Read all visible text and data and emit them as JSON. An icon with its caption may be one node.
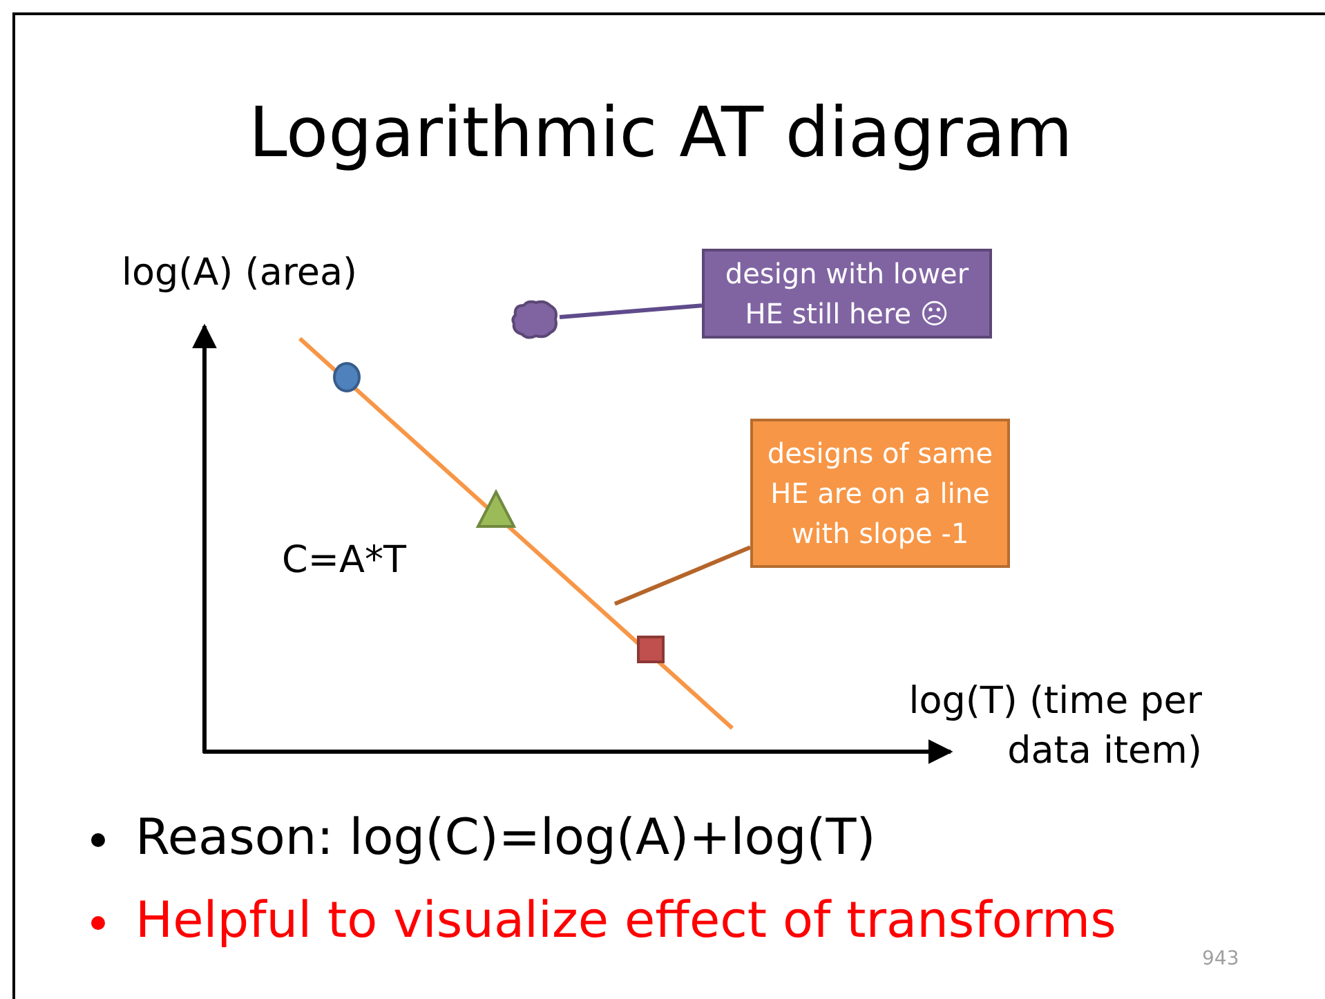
{
  "diagram": {
    "title": "Logarithmic AT diagram",
    "nodes": [
      {
        "text": [
          "design with lower HE still here ☹"
        ]
      },
      {
        "text": [],
        "shape": "cloud"
      },
      {
        "text": [
          "designs of same HE are on a line with slope -1"
        ]
      }
    ],
    "edges": [
      {
        "from": 0,
        "to": 1,
        "arrow": "none",
        "color": "#5f4b8b"
      },
      {
        "from": 2,
        "to": null,
        "arrow": "none",
        "color": "#b5652a"
      }
    ],
    "labels": [
      "log(A) (area)",
      "C=A*T",
      "log(T) (time per data item)",
      "Reason: log(C)=log(A)+log(T)",
      "Helpful to visualize effect of transforms",
      "943"
    ]
  }
}
